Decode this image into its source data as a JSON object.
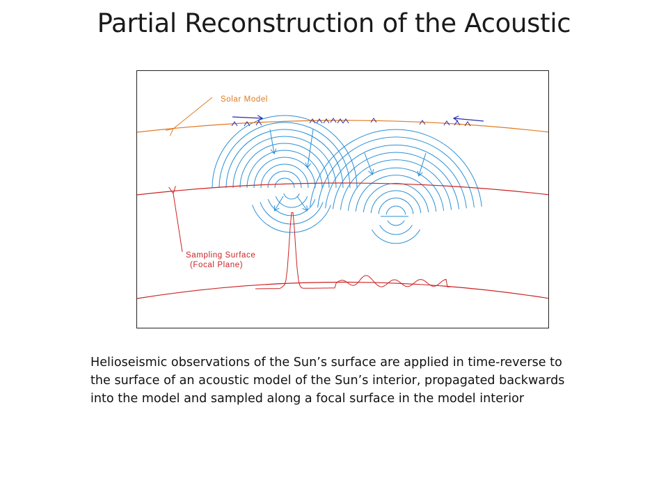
{
  "slide": {
    "title": "Partial Reconstruction of the Acoustic",
    "caption": "Helioseismic observations of the Sun’s surface are applied in time-reverse to the surface of an acoustic model of the Sun’s interior, propagated backwards into the model and sampled along a focal surface in the model interior"
  },
  "diagram": {
    "labels": {
      "solar_model": "Solar Model",
      "sampling_surface": "Sampling Surface",
      "focal_plane": "(Focal Plane)"
    },
    "colors": {
      "solar_model": "#e07a1f",
      "sampling": "#cc2222",
      "waves": "#2a8fd6",
      "surface_marks": "#2b2bb0"
    }
  }
}
